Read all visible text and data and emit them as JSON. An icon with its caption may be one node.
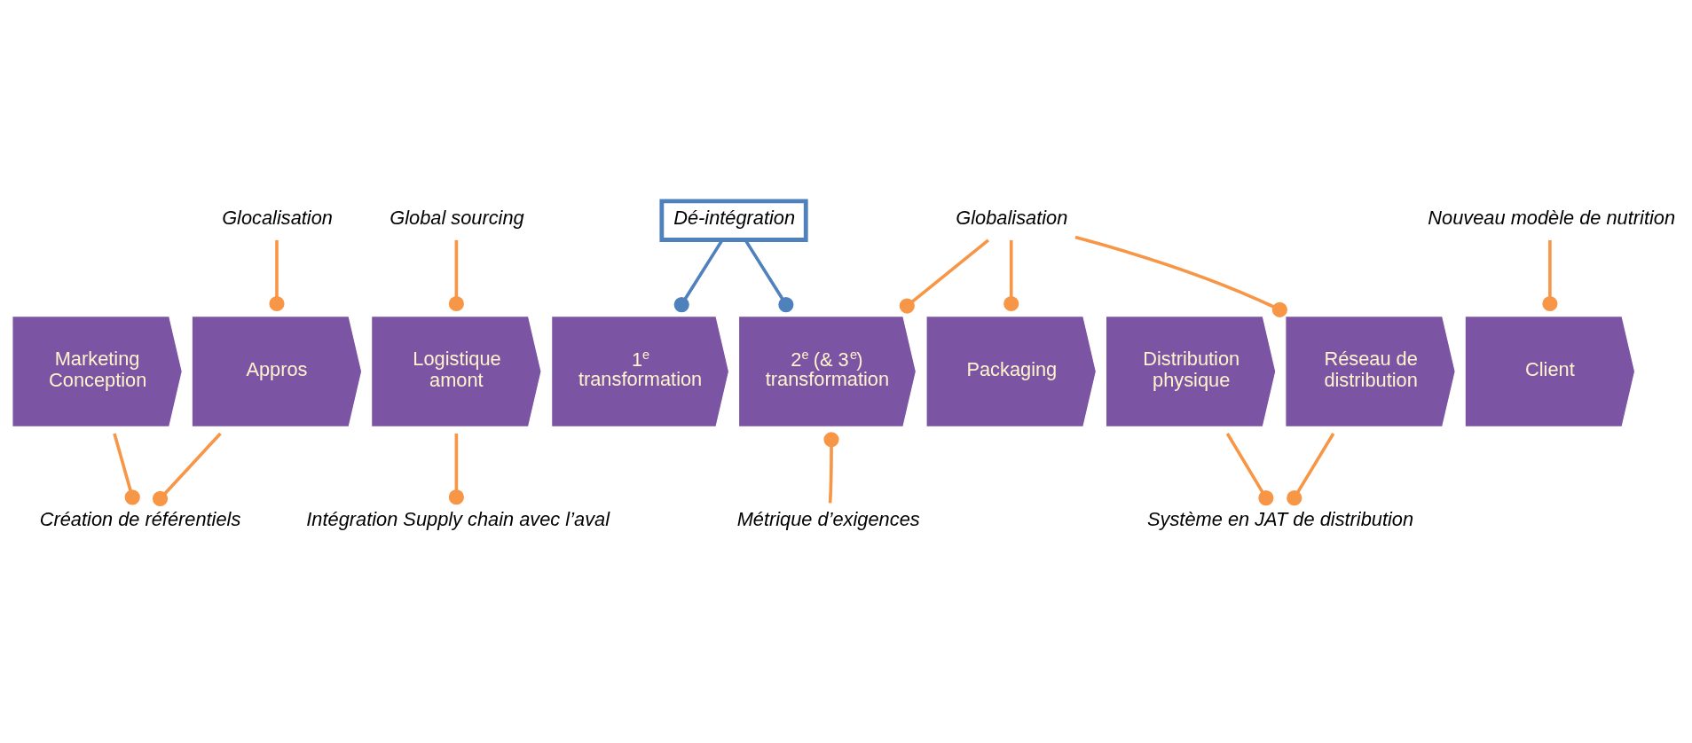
{
  "diagram": {
    "nodes": [
      {
        "text": [
          "Marketing Conception"
        ]
      },
      {
        "text": [
          "Appros"
        ]
      },
      {
        "text": [
          "Logistique amont"
        ]
      },
      {
        "text": [
          "1$^{e}$ transformation"
        ]
      },
      {
        "text": [
          "2$^{e}$ (& 3$^{e}$) transformation"
        ]
      },
      {
        "text": [
          "Packaging"
        ]
      },
      {
        "text": [
          "Distribution physique"
        ]
      },
      {
        "text": [
          "Réseau de distribution"
        ]
      },
      {
        "text": [
          "Client"
        ]
      },
      {
        "text": [
          "Glocalisation"
        ]
      },
      {
        "text": [
          "Global sourcing"
        ]
      },
      {
        "text": [
          "Dé-intégration"
        ]
      },
      {
        "text": [
          "Globalisation"
        ]
      },
      {
        "text": [
          "Nouveau modèle de nutrition"
        ]
      },
      {
        "text": [
          "Création de référentiels"
        ]
      },
      {
        "text": [
          "Intégration Supply chain avec l’aval"
        ]
      },
      {
        "text": [
          "Métrique d’exigences"
        ]
      },
      {
        "text": [
          "Système en JAT de distribution"
        ]
      }
    ],
    "edges": [
      {
        "from": 9,
        "to": 1,
        "arrow": "other"
      },
      {
        "from": 10,
        "to": 2,
        "arrow": "other"
      },
      {
        "from": 11,
        "to": 3,
        "arrow": "other",
        "color": "#4f81bd"
      },
      {
        "from": 11,
        "to": 4,
        "arrow": "other",
        "color": "#4f81bd"
      },
      {
        "from": 12,
        "to": 4,
        "arrow": "other"
      },
      {
        "from": 12,
        "to": 5,
        "arrow": "other"
      },
      {
        "from": 12,
        "to": 7,
        "arrow": "other"
      },
      {
        "from": 13,
        "to": 8,
        "arrow": "other"
      },
      {
        "from": 0,
        "to": 14,
        "arrow": "other"
      },
      {
        "from": 1,
        "to": 14,
        "arrow": "other"
      },
      {
        "from": 2,
        "to": 15,
        "arrow": "other"
      },
      {
        "from": 16,
        "to": 4,
        "arrow": "other"
      },
      {
        "from": 6,
        "to": 17,
        "arrow": "other"
      },
      {
        "from": 7,
        "to": 17,
        "arrow": "other"
      }
    ]
  }
}
